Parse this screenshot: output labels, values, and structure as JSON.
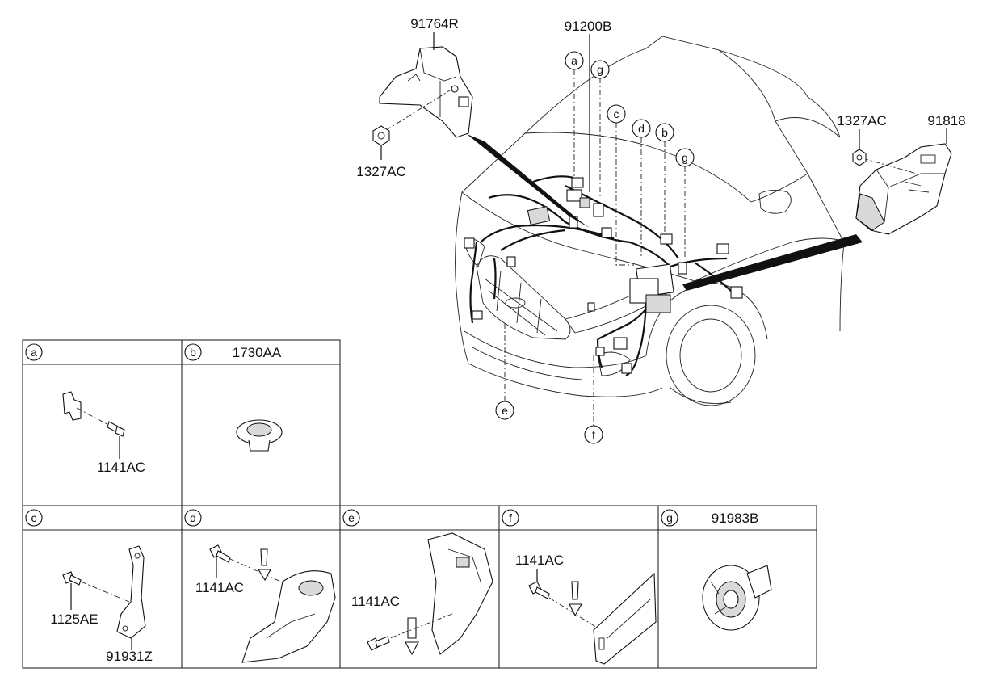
{
  "main_labels": {
    "part_91764R": "91764R",
    "part_91200B": "91200B",
    "part_1327AC_left": "1327AC",
    "part_1327AC_right": "1327AC",
    "part_91818": "91818"
  },
  "callouts": {
    "a": "a",
    "b": "b",
    "c": "c",
    "d": "d",
    "e": "e",
    "f": "f",
    "g": "g"
  },
  "panels": [
    {
      "letter": "a",
      "header": "",
      "parts": [
        "1141AC"
      ]
    },
    {
      "letter": "b",
      "header": "1730AA",
      "parts": []
    },
    {
      "letter": "c",
      "header": "",
      "parts": [
        "1125AE",
        "91931Z"
      ]
    },
    {
      "letter": "d",
      "header": "",
      "parts": [
        "1141AC"
      ]
    },
    {
      "letter": "e",
      "header": "",
      "parts": [
        "1141AC"
      ]
    },
    {
      "letter": "f",
      "header": "",
      "parts": [
        "1141AC"
      ]
    },
    {
      "letter": "g",
      "header": "91983B",
      "parts": []
    }
  ]
}
